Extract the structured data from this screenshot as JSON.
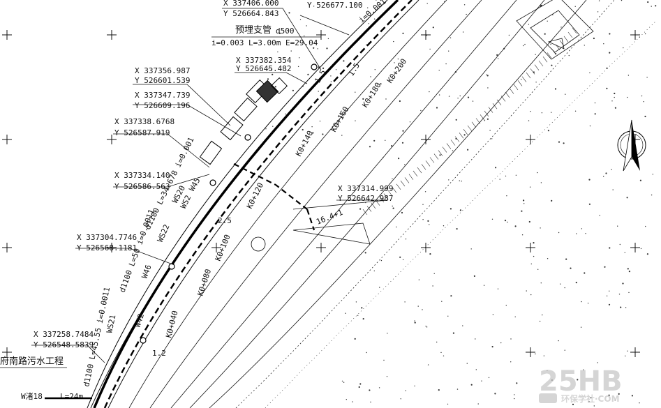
{
  "pipe_header": {
    "title": "预埋支管",
    "diameter": "d500",
    "spec": "i=0.003 L=3.00m E=29.04"
  },
  "coordinates": [
    {
      "x": "X 337406.000",
      "y": "Y 526664.843"
    },
    {
      "x": "X 337382.354",
      "y": "Y 526645.482"
    },
    {
      "x": "X 337356.987",
      "y": "Y 526601.539"
    },
    {
      "x": "X 337347.739",
      "y": "Y 526609.196"
    },
    {
      "x": "X 337338.6768",
      "y": "Y 526587.919"
    },
    {
      "x": "X 337334.140",
      "y": "Y 526586.563"
    },
    {
      "x": "X 337304.7746",
      "y": "Y 526568.1181"
    },
    {
      "x": "X 337258.7484",
      "y": "Y 526548.5839"
    },
    {
      "x": "X 337314.999",
      "y": "Y 526642.987"
    }
  ],
  "top_fragment": "Y 526677.100",
  "pipe_segments": [
    {
      "spec": "d1100 L=34.678 i=0.001"
    },
    {
      "spec": "d1100 L=50 i=0.0011"
    },
    {
      "spec": "d1100 L=45.55 i=0.0011"
    }
  ],
  "pipe_small_spec": "i=0.001",
  "wells": [
    "WS2",
    "WS21",
    "WS22",
    "WS20",
    "W46",
    "W45",
    "W42"
  ],
  "stations": [
    "K0+160",
    "K0+180",
    "K0+200",
    "K0+140",
    "K0+120",
    "K0+100",
    "K0+080",
    "K0+040"
  ],
  "dimensions": [
    "2.5",
    "1.2",
    "1.5",
    "1.5",
    "16.4"
  ],
  "dim_right": "16.4+1",
  "project_title": "府南路污水工程",
  "bottom_well": "W渚18",
  "bottom_len": "L=24m",
  "watermark_main": "25HB",
  "watermark_sub": "环保学社·COM"
}
